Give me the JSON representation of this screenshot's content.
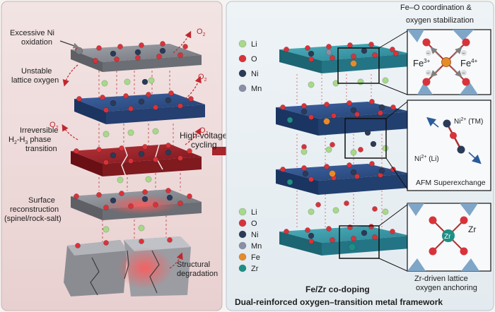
{
  "colors": {
    "left_panel_bg": "#efdcdc",
    "right_panel_bg": "#e8eef2",
    "arrow_red": "#b3262c",
    "oxygen_red": "#d8333a",
    "li_green": "#a7d98a",
    "ni_navy": "#2b3a57",
    "mn_gray": "#8a8fa6",
    "fe_orange": "#e58b2a",
    "zr_teal": "#1f8f85",
    "slab_teal": "#2e8f9f",
    "slab_blue": "#27467d",
    "slab_gray": "#7d7f85",
    "slab_red": "#8f1f27"
  },
  "left_panel": {
    "labels": {
      "ni_oxidation_line1": "Excessive Ni",
      "ni_oxidation_line2": "oxidation",
      "lattice_oxygen_line1": "Unstable",
      "lattice_oxygen_line2": "lattice oxygen",
      "phase_line1": "Irreversible",
      "phase_line2_prefix": "H",
      "phase_line2_sub1": "2",
      "phase_line2_dash": "-H",
      "phase_line2_sub2": "3",
      "phase_line2_suffix": " phase",
      "phase_line3": "transition",
      "surface_line1": "Surface",
      "surface_line2": "reconstruction",
      "surface_line3": "(spinel/rock-salt)",
      "degradation_line1": "Structural",
      "degradation_line2": "degradation"
    },
    "o2_label": "O",
    "o2_sub": "2"
  },
  "middle": {
    "arrow_label_line1": "High-voltage",
    "arrow_label_line2": "cycling"
  },
  "right_panel": {
    "legend_top": [
      {
        "name": "Li",
        "color": "#a7d98a"
      },
      {
        "name": "O",
        "color": "#d8333a"
      },
      {
        "name": "Ni",
        "color": "#2b3a57"
      },
      {
        "name": "Mn",
        "color": "#8a8fa6"
      }
    ],
    "legend_bottom": [
      {
        "name": "Li",
        "color": "#a7d98a"
      },
      {
        "name": "O",
        "color": "#d8333a"
      },
      {
        "name": "Ni",
        "color": "#2b3a57"
      },
      {
        "name": "Mn",
        "color": "#8a8fa6"
      },
      {
        "name": "Fe",
        "color": "#e58b2a"
      },
      {
        "name": "Zr",
        "color": "#1f8f85"
      }
    ],
    "insets": {
      "fe_title_line1": "Fe–O coordination &",
      "fe_title_line2": "oxygen stabilization",
      "fe3": "Fe",
      "fe3_sup": "3+",
      "fe4": "Fe",
      "fe4_sup": "4+",
      "afm_ni_tm": "Ni",
      "afm_ni_tm_sup": "2+",
      "afm_ni_tm_suffix": " (TM)",
      "afm_ni_li": "Ni",
      "afm_ni_li_sup": "2+",
      "afm_ni_li_suffix": " (Li)",
      "afm_caption": "AFM Superexchange",
      "zr_atom_label": "Zr",
      "zr_side_label": "Zr",
      "zr_caption_line1": "Zr-driven lattice",
      "zr_caption_line2": "oxygen anchoring"
    },
    "footer_line1": "Fe/Zr co-doping",
    "footer_line2": "Dual-reinforced oxygen–transition metal framework"
  }
}
